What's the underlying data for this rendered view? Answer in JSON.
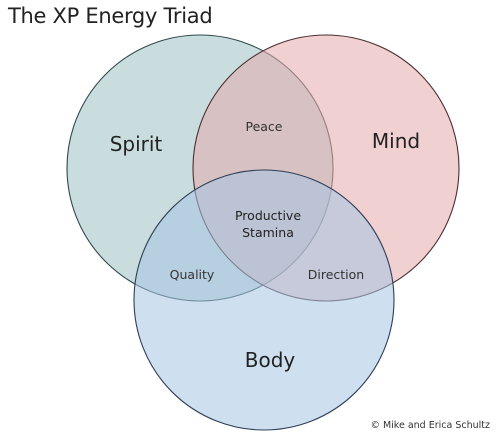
{
  "title": "The XP Energy Triad",
  "circles": {
    "spirit": {
      "label": "Spirit",
      "color": "#9fc1c3"
    },
    "mind": {
      "label": "Mind",
      "color": "#e4a9ab"
    },
    "body": {
      "label": "Body",
      "color": "#a6c4e4"
    }
  },
  "intersections": {
    "spirit_mind": "Peace",
    "spirit_body": "Quality",
    "mind_body": "Direction",
    "center_line1": "Productive",
    "center_line2": "Stamina"
  },
  "copyright": "© Mike and Erica Schultz"
}
